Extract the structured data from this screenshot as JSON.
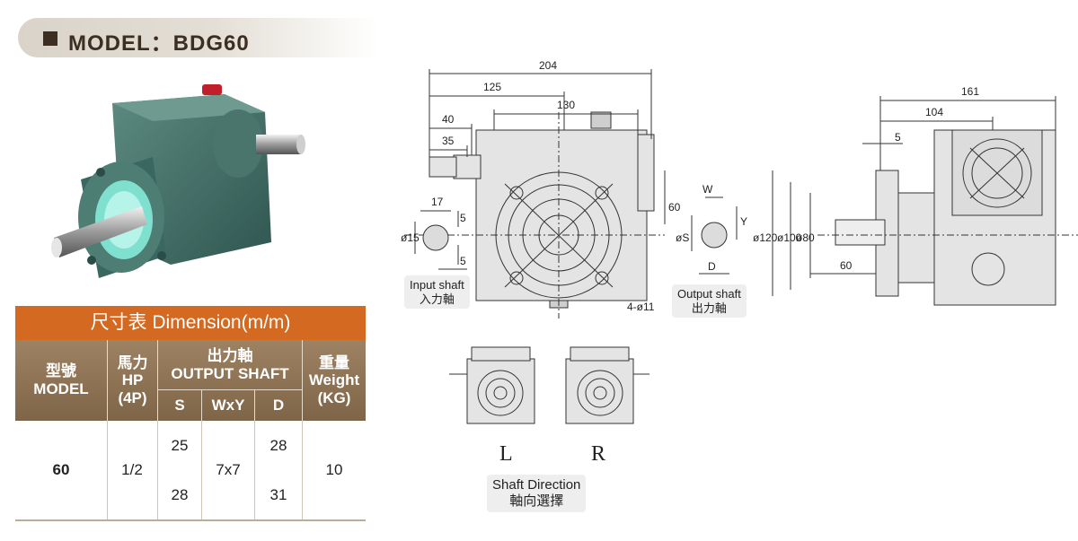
{
  "header": {
    "title": "MODEL：BDG60"
  },
  "table": {
    "title": "尺寸表 Dimension(m/m)",
    "col_model_zh": "型號",
    "col_model_en": "MODEL",
    "col_hp_zh": "馬力",
    "col_hp_en": "HP",
    "col_hp_unit": "(4P)",
    "col_out_zh": "出力軸",
    "col_out_en": "OUTPUT SHAFT",
    "col_s": "S",
    "col_wxy": "WxY",
    "col_d": "D",
    "col_weight_zh": "重量",
    "col_weight_en": "Weight",
    "col_weight_unit": "(KG)",
    "row": {
      "model": "60",
      "hp": "1/2",
      "s1": "25",
      "s2": "28",
      "wxy": "7x7",
      "d1": "28",
      "d2": "31",
      "weight": "10"
    }
  },
  "drawing": {
    "dims": {
      "d204": "204",
      "d125": "125",
      "d130": "130",
      "d40": "40",
      "d35": "35",
      "d60v": "60",
      "d17": "17",
      "d5a": "5",
      "d15": "ø15",
      "d5b": "5",
      "dW": "W",
      "dY": "Y",
      "dS": "øS",
      "dD": "D",
      "d4011": "4-ø11",
      "d161": "161",
      "d104": "104",
      "d5c": "5",
      "d120": "ø120",
      "d100": "ø100",
      "d80": "ø80",
      "d60h": "60"
    },
    "input_label_en": "Input shaft",
    "input_label_zh": "入力軸",
    "output_label_en": "Output shaft",
    "output_label_zh": "出力軸",
    "dir_L": "L",
    "dir_R": "R",
    "shaft_dir_en": "Shaft Direction",
    "shaft_dir_zh": "軸向選擇"
  },
  "colors": {
    "accent": "#d46a22",
    "header_bar": "#7f6547",
    "casting": "#3f6d64",
    "drawing_fill": "#e4e4e4"
  }
}
